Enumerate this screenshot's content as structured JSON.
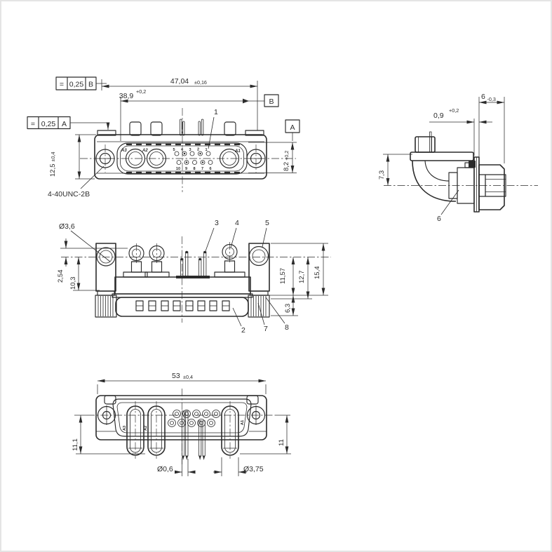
{
  "page": {
    "title": "connector-technical-drawing",
    "colors": {
      "line": "#2b2b2b",
      "background": "#ffffff",
      "frame": "#e4e4e4"
    }
  },
  "views": {
    "front": {
      "fcf_b": {
        "symbol": "=",
        "tolerance": "0,25",
        "datum": "B"
      },
      "fcf_a": {
        "symbol": "=",
        "tolerance": "0,25",
        "datum": "A"
      },
      "datum_flag_b": "B",
      "datum_flag_a": "A",
      "dim_overall_width": {
        "value": "47,04",
        "tolerance": "±0,16"
      },
      "dim_inner_width": {
        "value": "38,9",
        "tolerance": "+0,2"
      },
      "dim_height": {
        "value": "12,5",
        "tolerance": "±0,4"
      },
      "dim_insert_height": {
        "value": "8,2",
        "tolerance": "+0,2"
      },
      "thread_note": "4-40UNC-2B",
      "callout_1": "1",
      "power_contacts": [
        "A3",
        "A2",
        "A1"
      ],
      "pins_top": [
        "5",
        "4",
        "3",
        "2",
        "1"
      ],
      "pins_bottom": [
        "10",
        "9",
        "8",
        "7",
        "6"
      ]
    },
    "side": {
      "dim_depth": {
        "value": "6",
        "tolerance": "-0,3"
      },
      "dim_standoff": {
        "value": "0,9",
        "tolerance": "+0,2"
      },
      "dim_height": "7,3",
      "callout_6": "6"
    },
    "rear": {
      "dim_hole_dia": "Ø3,6",
      "dim_pitch": "2,54",
      "dim_10_3": "10,3",
      "dim_11_57": "11,57",
      "dim_12_7": "12,7",
      "dim_15_4": "15,4",
      "dim_6_3": "6,3",
      "callout_3": "3",
      "callout_4": "4",
      "callout_5": "5",
      "callout_2": "2",
      "callout_7": "7",
      "callout_8": "8"
    },
    "plan": {
      "dim_overall_width": {
        "value": "53",
        "tolerance": "±0,4"
      },
      "dim_left_height": "11,1",
      "dim_right_height": "11",
      "dim_pin_dia": "Ø0,6",
      "dim_contact_dia": "Ø3,75",
      "contact_labels": [
        "A3",
        "A2",
        "A1"
      ]
    }
  }
}
